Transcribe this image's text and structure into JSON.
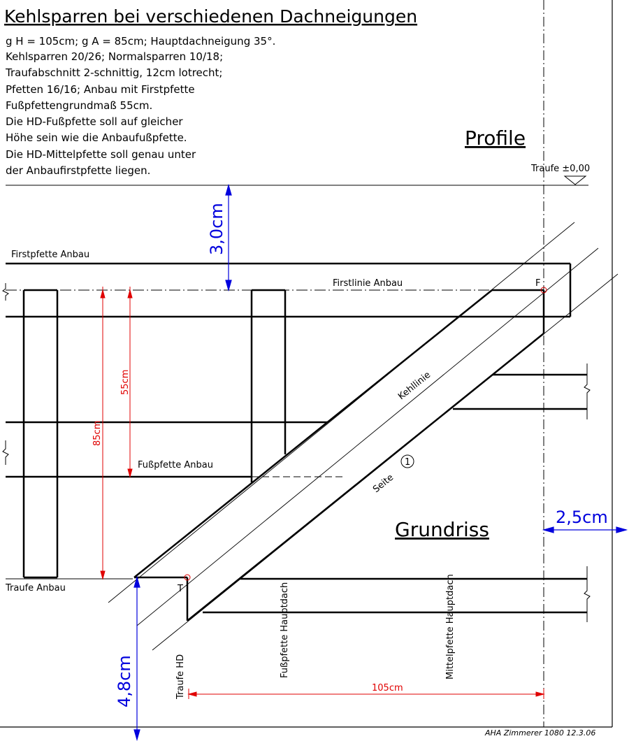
{
  "title": "Kehlsparren bei verschiedenen Dachneigungen",
  "spec": {
    "line1": "g H = 105cm; g A = 85cm; Hauptdachneigung 35°.",
    "line2": "Kehlsparren 20/26; Normalsparren 10/18;",
    "line3": "Traufabschnitt 2-schnittig, 12cm lotrecht;",
    "line4": "Pfetten 16/16; Anbau  mit Firstpfette",
    "line5": "Fußpfettengrundmaß 55cm.",
    "line6": "Die HD-Fußpfette soll auf gleicher",
    "line7": "Höhe sein wie die Anbaufußpfette.",
    "line8": "Die HD-Mittelpfette soll genau unter",
    "line9": "der Anbaufirstpfette liegen."
  },
  "headings": {
    "profile": "Profile",
    "grundriss": "Grundriss"
  },
  "labels": {
    "traufe_level": "Traufe ±0,00",
    "firstpfette_anbau": "Firstpfette Anbau",
    "firstlinie_anbau": "Firstlinie Anbau",
    "point_f": "F",
    "point_t": "T",
    "kehllinie": "Kehllinie",
    "seite": "Seite",
    "seite_number": "1",
    "fusspfette_anbau": "Fußpfette Anbau",
    "traufe_anbau": "Traufe Anbau",
    "traufe_hd": "Traufe HD",
    "fusspfette_hauptdach": "Fußpfette Hauptdach",
    "mittelpfette_hauptdach": "Mittelpfette Hauptdach"
  },
  "dimensions": {
    "d55": "55cm",
    "d85": "85cm",
    "d105": "105cm",
    "d30": "3,0cm",
    "d25": "2,5cm",
    "d48": "4,8cm"
  },
  "footer": "AHA Zimmerer  1080  12.3.06",
  "colors": {
    "line": "#000000",
    "dimension_red": "#e00000",
    "dimension_blue": "#0000dd",
    "point_marker": "#e00000"
  }
}
